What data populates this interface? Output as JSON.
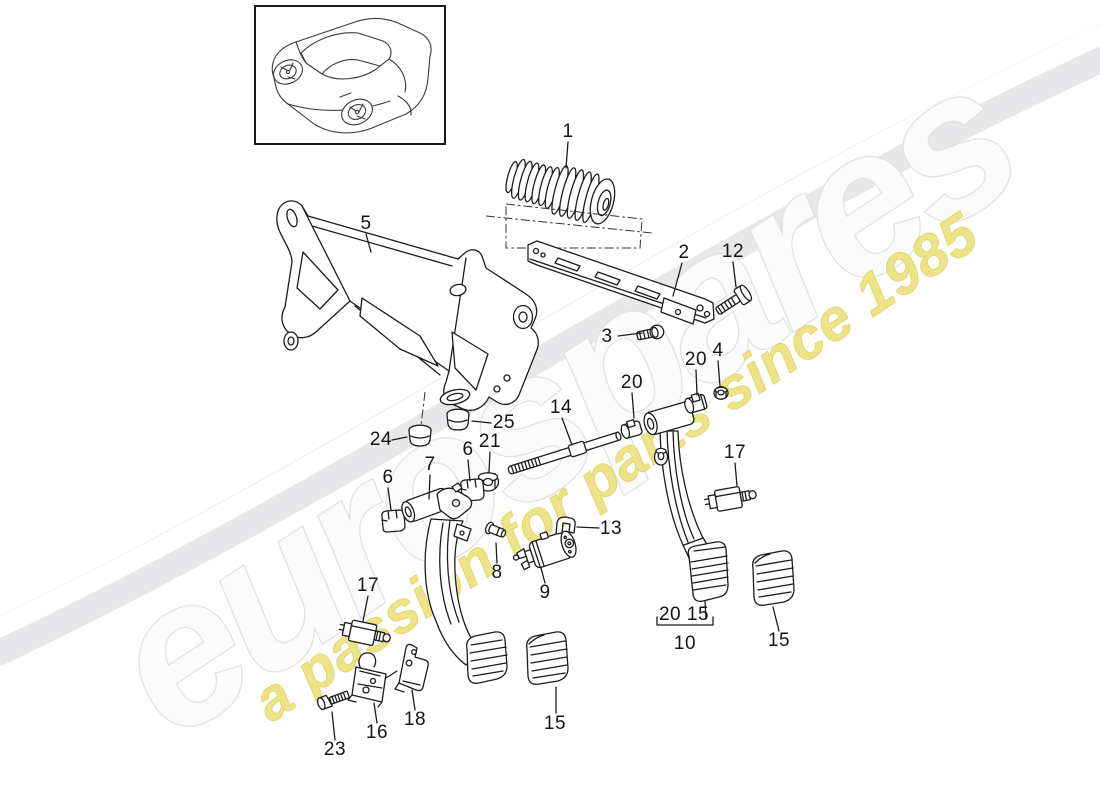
{
  "watermark": {
    "brand": "eurospares",
    "tagline": "a passion for parts since 1985",
    "brand_fill_color": "#fbfbfb",
    "brand_outline_color": "#e1e1e1",
    "tagline_color": "#ebe07c",
    "swoosh_color": "#e8e8eb"
  },
  "line_color": "#1c1c1c",
  "callouts": [
    {
      "label": "1"
    },
    {
      "label": "5"
    },
    {
      "label": "2"
    },
    {
      "label": "12"
    },
    {
      "label": "3"
    },
    {
      "label": "4"
    },
    {
      "label": "20"
    },
    {
      "label": "20"
    },
    {
      "label": "14"
    },
    {
      "label": "25"
    },
    {
      "label": "24"
    },
    {
      "label": "21"
    },
    {
      "label": "6"
    },
    {
      "label": "7"
    },
    {
      "label": "6"
    },
    {
      "label": "17"
    },
    {
      "label": "13"
    },
    {
      "label": "8"
    },
    {
      "label": "9"
    },
    {
      "label": "17"
    },
    {
      "label": "15"
    },
    {
      "label": "20 15"
    },
    {
      "label": "10"
    },
    {
      "label": "15"
    },
    {
      "label": "16"
    },
    {
      "label": "18"
    },
    {
      "label": "23"
    }
  ]
}
